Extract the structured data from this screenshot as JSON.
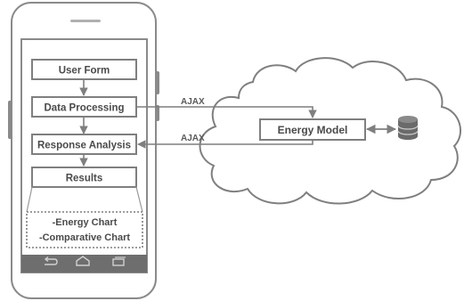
{
  "steps": {
    "user_form": "User Form",
    "data_processing": "Data Processing",
    "response_analysis": "Response Analysis",
    "results": "Results"
  },
  "results_detail": {
    "line1": "-Energy Chart",
    "line2": "-Comparative Chart"
  },
  "cloud": {
    "model": "Energy Model"
  },
  "connections": {
    "request_label": "AJAX",
    "response_label": "AJAX"
  },
  "navbar_icons": [
    "back-icon",
    "home-icon",
    "recent-apps-icon"
  ],
  "colors": {
    "stroke": "#7f7f7f",
    "text": "#4a4a4a",
    "navbar": "#6e6e6e",
    "database": "#555555"
  }
}
